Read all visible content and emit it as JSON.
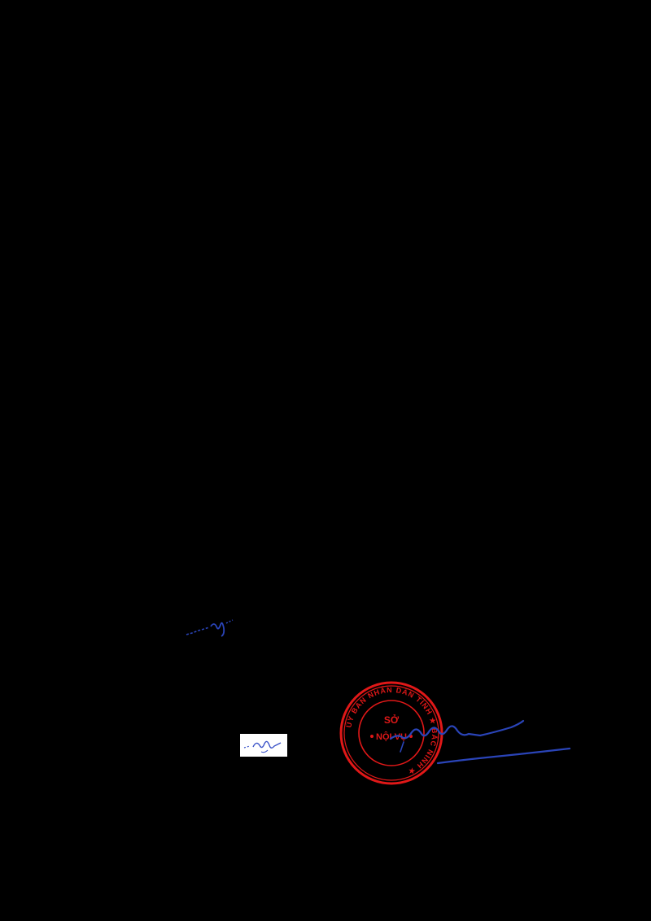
{
  "document": {
    "background_color": "#000000",
    "ink_color": "#2a44b8",
    "seal_color": "#e01818"
  },
  "seal": {
    "center_line_1": "SỞ",
    "center_line_2": "NỘI VỤ",
    "ring_text": "ỦY BAN NHÂN DÂN TỈNH",
    "bottom_text": "BẮC NINH"
  },
  "signatures": {
    "initial_top": "initial-scribble",
    "initial_box": "initial-scribble",
    "main": "director-signature"
  }
}
